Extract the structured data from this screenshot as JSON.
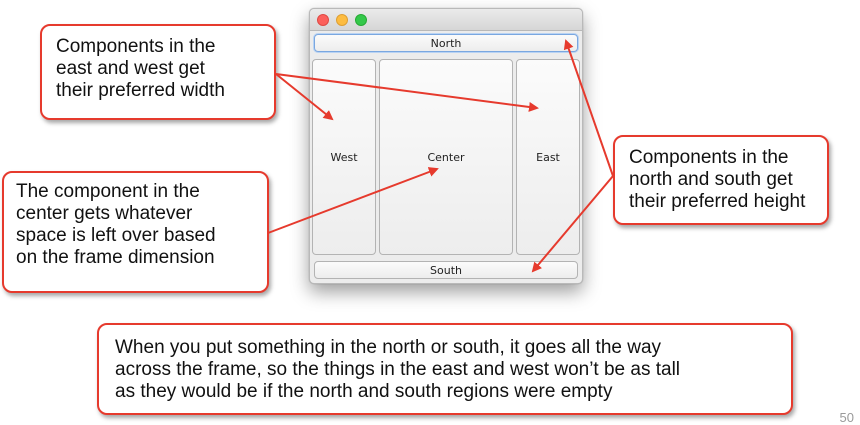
{
  "window": {
    "buttons": {
      "north": "North",
      "west": "West",
      "center": "Center",
      "east": "East",
      "south": "South"
    }
  },
  "callouts": {
    "east_west": [
      "Components in the",
      "east and west get",
      "their preferred width"
    ],
    "center": [
      "The component in the",
      "center gets whatever",
      "space is left over based",
      "on the frame dimension"
    ],
    "north_south": [
      "Components in the",
      "north and south get",
      "their preferred height"
    ],
    "bottom_note": [
      "When you put something in the north or south, it goes all the way",
      "across the frame, so the things in the east and west won’t be as tall",
      "as they would be if the north and south regions were empty"
    ]
  },
  "page_number": "50",
  "colors": {
    "accent": "#e63a2d",
    "close": "#fc605b",
    "minimize": "#fdbc40",
    "maximize": "#34c84a"
  }
}
